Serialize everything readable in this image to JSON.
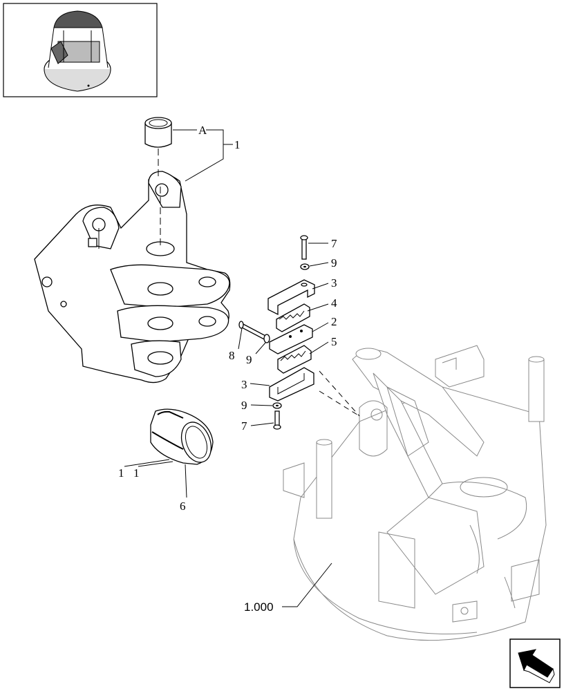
{
  "labels": {
    "ref_a": "A",
    "item_1_top": "1",
    "item_7_top": "7",
    "item_9_top": "9",
    "item_3_top": "3",
    "item_4": "4",
    "item_2": "2",
    "item_5": "5",
    "item_8": "8",
    "item_9_left": "9",
    "item_3_bottom": "3",
    "item_9_bottom": "9",
    "item_7_bottom": "7",
    "item_1_bushing_a": "1",
    "item_1_bushing_b": "1",
    "item_6": "6",
    "ref_frame": "1.000"
  },
  "icons": {
    "thumbnail": "machine-overview-thumbnail",
    "navigation": "next-page-arrow-icon"
  }
}
